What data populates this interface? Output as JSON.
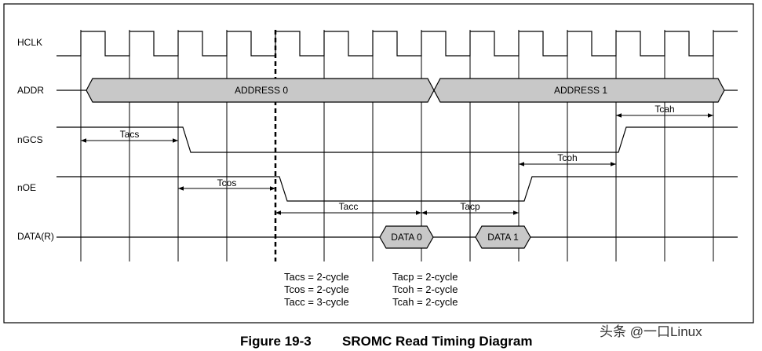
{
  "signals": [
    {
      "id": "hclk",
      "label": "HCLK"
    },
    {
      "id": "addr",
      "label": "ADDR"
    },
    {
      "id": "ngcs",
      "label": "nGCS"
    },
    {
      "id": "noe",
      "label": "nOE"
    },
    {
      "id": "data",
      "label": "DATA(R)"
    }
  ],
  "bus": {
    "addr": [
      "ADDRESS 0",
      "ADDRESS 1"
    ],
    "data": [
      "DATA 0",
      "DATA 1"
    ]
  },
  "timings": {
    "tacs": "Tacs",
    "tcos": "Tcos",
    "tacc": "Tacc",
    "tacp": "Tacp",
    "tcoh": "Tcoh",
    "tcah": "Tcah"
  },
  "legend": {
    "left": [
      "Tacs = 2-cycle",
      "Tcos = 2-cycle",
      "Tacc = 3-cycle"
    ],
    "right": [
      "Tacp = 2-cycle",
      "Tcoh = 2-cycle",
      "Tcah = 2-cycle"
    ]
  },
  "caption": {
    "figure_number": "Figure 19-3",
    "title": "SROMC Read Timing Diagram"
  },
  "watermark": "头条 @一口Linux",
  "colors": {
    "bus_fill": "#c8c8c8",
    "line": "#000000"
  }
}
